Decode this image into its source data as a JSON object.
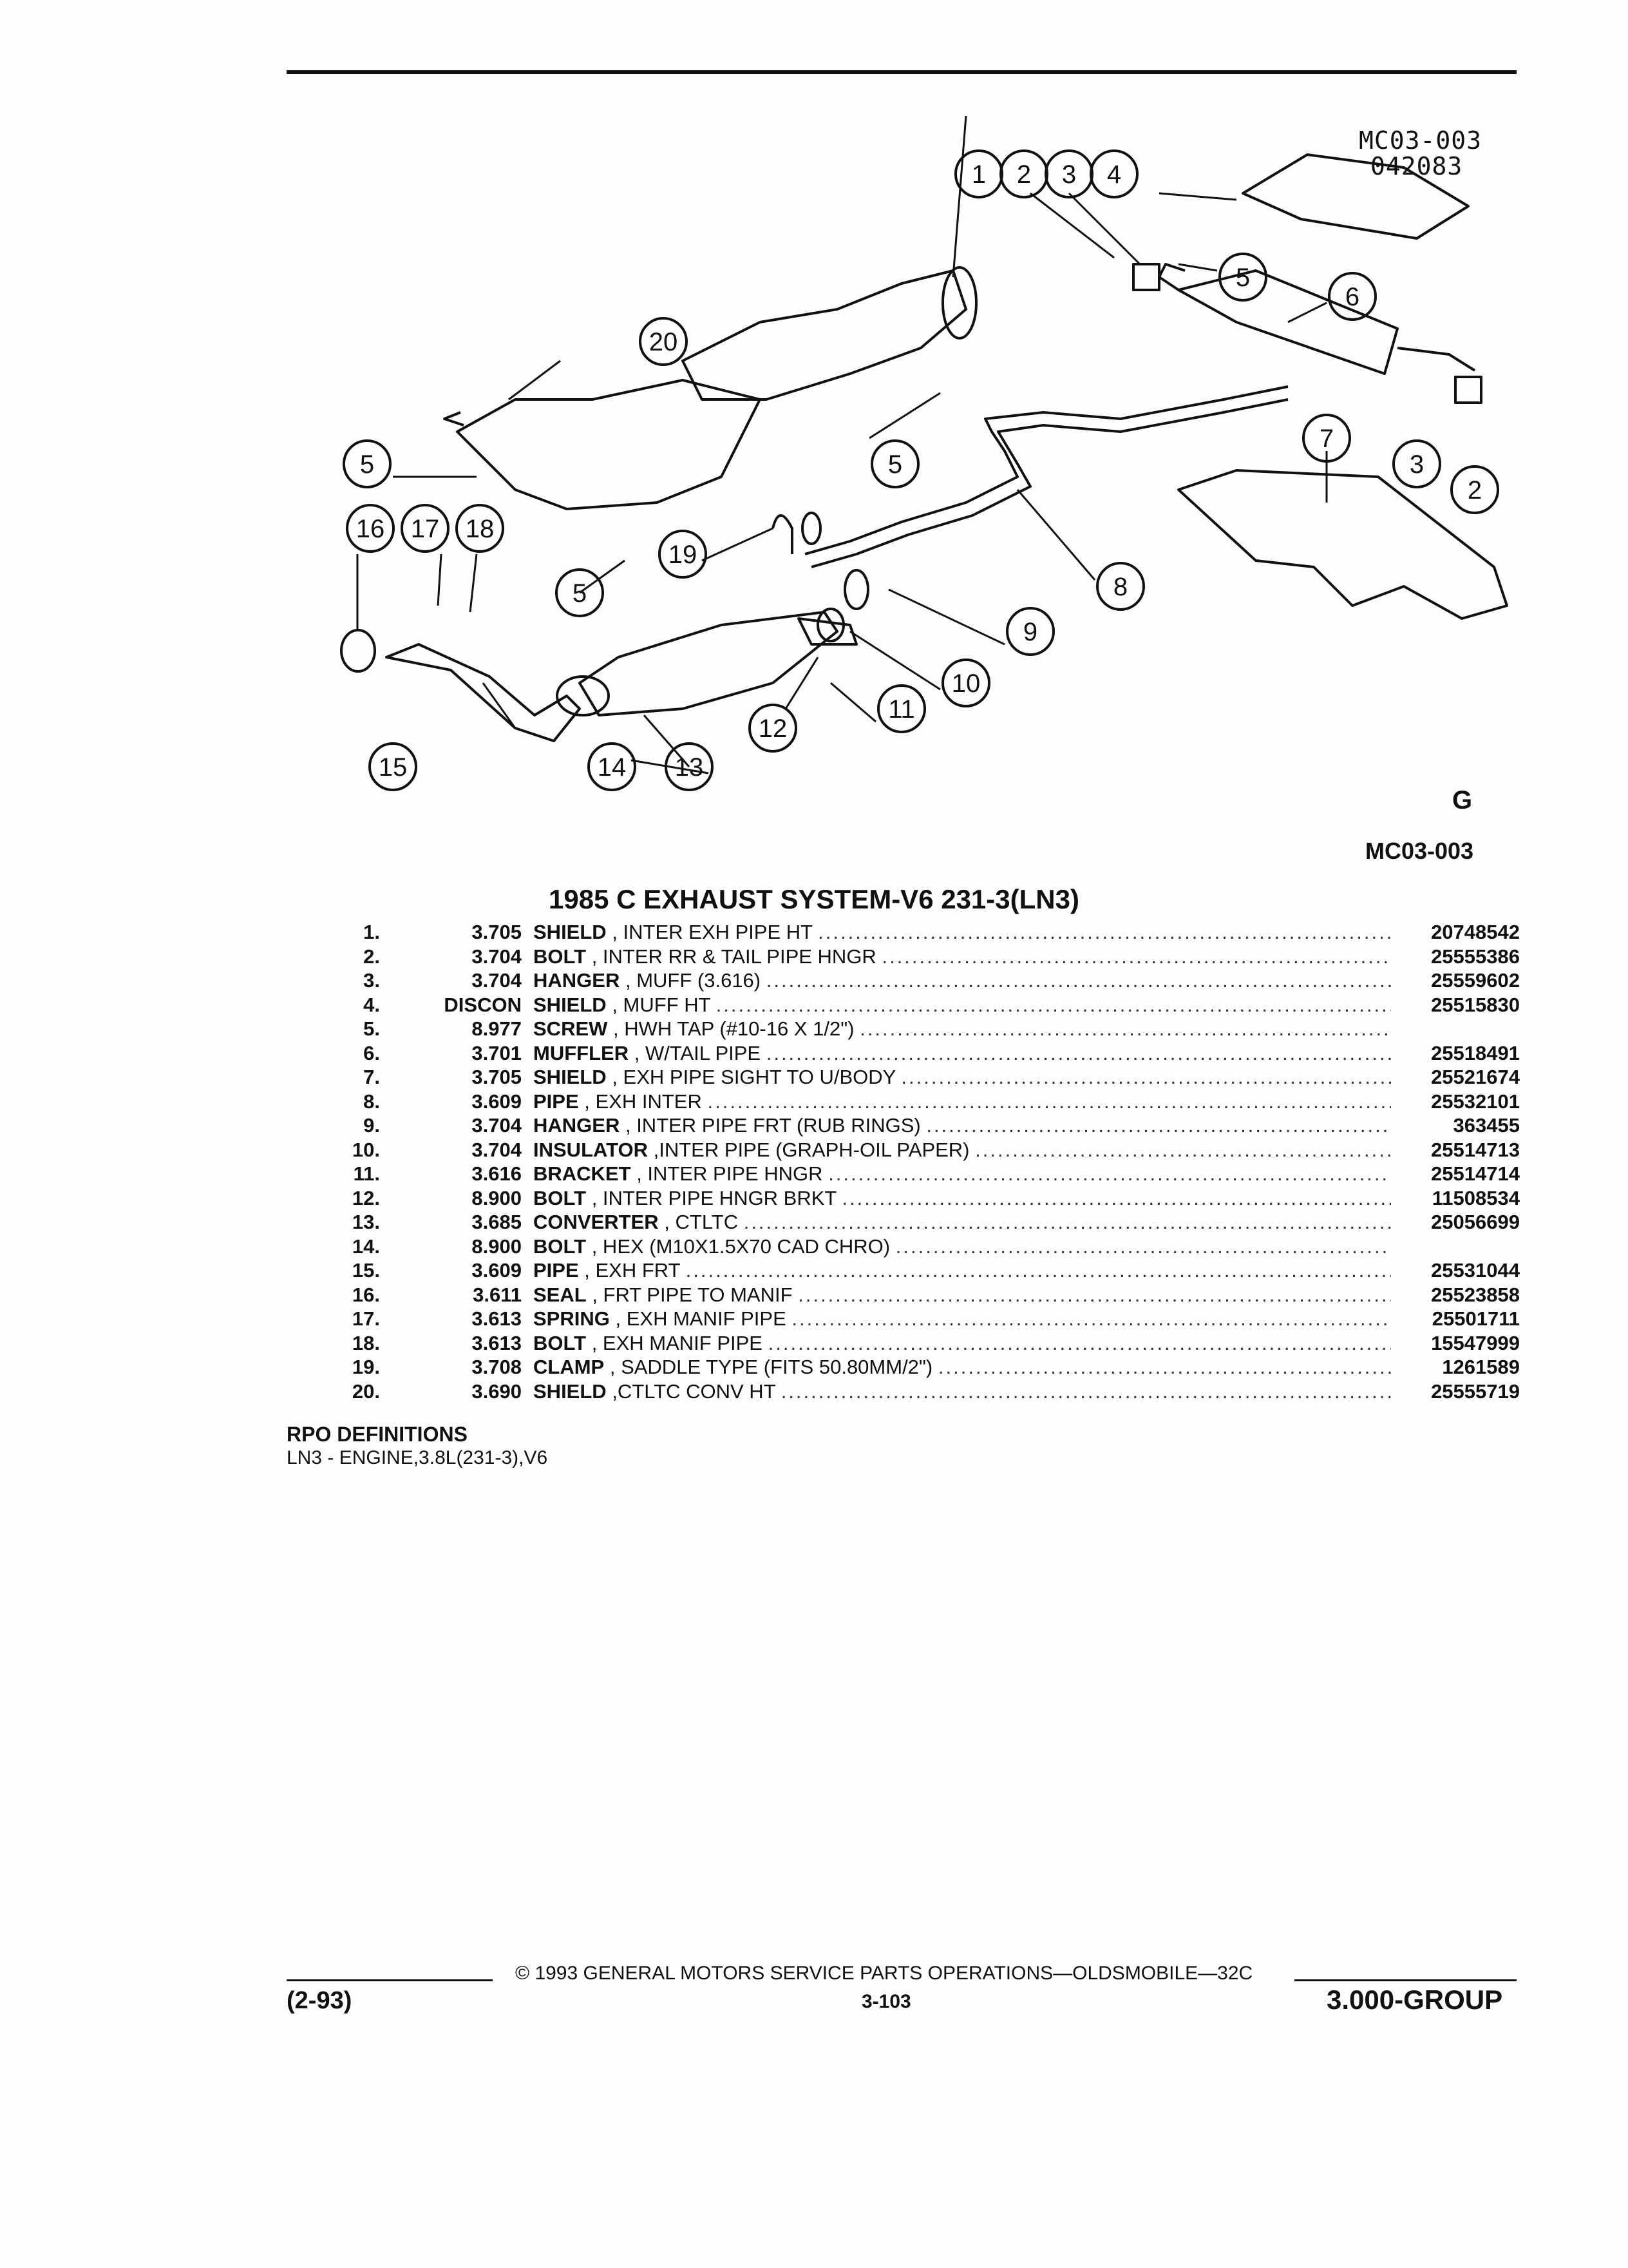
{
  "header": {
    "code_top": "MC03-003",
    "date_code": "042083"
  },
  "diagram": {
    "callouts": [
      "1",
      "2",
      "3",
      "4",
      "5",
      "6",
      "7",
      "8",
      "9",
      "10",
      "11",
      "12",
      "13",
      "14",
      "15",
      "16",
      "17",
      "18",
      "19",
      "20"
    ],
    "code_bottom": "MC03-003",
    "logo": "G"
  },
  "title": "1985 C EXHAUST SYSTEM-V6 231-3(LN3)",
  "parts": [
    {
      "num": "1.",
      "group": "3.705",
      "name": "SHIELD",
      "detail": ", INTER EXH PIPE HT",
      "part": "20748542"
    },
    {
      "num": "2.",
      "group": "3.704",
      "name": "BOLT",
      "detail": ", INTER RR & TAIL PIPE HNGR",
      "part": "25555386"
    },
    {
      "num": "3.",
      "group": "3.704",
      "name": "HANGER",
      "detail": ", MUFF (3.616)",
      "part": "25559602"
    },
    {
      "num": "4.",
      "group": "DISCON",
      "name": "SHIELD",
      "detail": ", MUFF HT",
      "part": "25515830"
    },
    {
      "num": "5.",
      "group": "8.977",
      "name": "SCREW",
      "detail": ", HWH TAP (#10-16 X 1/2\")",
      "part": ""
    },
    {
      "num": "6.",
      "group": "3.701",
      "name": "MUFFLER",
      "detail": ", W/TAIL PIPE",
      "part": "25518491"
    },
    {
      "num": "7.",
      "group": "3.705",
      "name": "SHIELD",
      "detail": ", EXH PIPE SIGHT TO U/BODY",
      "part": "25521674"
    },
    {
      "num": "8.",
      "group": "3.609",
      "name": "PIPE",
      "detail": ", EXH INTER",
      "part": "25532101"
    },
    {
      "num": "9.",
      "group": "3.704",
      "name": "HANGER",
      "detail": ", INTER PIPE FRT (RUB RINGS)",
      "part": "363455"
    },
    {
      "num": "10.",
      "group": "3.704",
      "name": "INSULATOR",
      "detail": ",INTER PIPE (GRAPH-OIL PAPER)",
      "part": "25514713"
    },
    {
      "num": "11.",
      "group": "3.616",
      "name": "BRACKET",
      "detail": ", INTER PIPE HNGR",
      "part": "25514714"
    },
    {
      "num": "12.",
      "group": "8.900",
      "name": "BOLT",
      "detail": ", INTER PIPE HNGR BRKT",
      "part": "11508534"
    },
    {
      "num": "13.",
      "group": "3.685",
      "name": "CONVERTER",
      "detail": ", CTLTC",
      "part": "25056699"
    },
    {
      "num": "14.",
      "group": "8.900",
      "name": "BOLT",
      "detail": ", HEX (M10X1.5X70 CAD CHRO)",
      "part": ""
    },
    {
      "num": "15.",
      "group": "3.609",
      "name": "PIPE",
      "detail": ", EXH FRT",
      "part": "25531044"
    },
    {
      "num": "16.",
      "group": "3.611",
      "name": "SEAL",
      "detail": ", FRT PIPE TO MANIF",
      "part": "25523858"
    },
    {
      "num": "17.",
      "group": "3.613",
      "name": "SPRING",
      "detail": ", EXH MANIF PIPE",
      "part": "25501711"
    },
    {
      "num": "18.",
      "group": "3.613",
      "name": "BOLT",
      "detail": ", EXH MANIF PIPE",
      "part": "15547999"
    },
    {
      "num": "19.",
      "group": "3.708",
      "name": "CLAMP",
      "detail": ", SADDLE TYPE (FITS 50.80MM/2\")",
      "part": "1261589"
    },
    {
      "num": "20.",
      "group": "3.690",
      "name": "SHIELD",
      "detail": ",CTLTC CONV HT",
      "part": "25555719"
    }
  ],
  "rpo": {
    "heading": "RPO DEFINITIONS",
    "line": "LN3 - ENGINE,3.8L(231-3),V6"
  },
  "footer": {
    "copyright": "© 1993 GENERAL MOTORS SERVICE PARTS OPERATIONS—OLDSMOBILE—32C",
    "date": "(2-93)",
    "page": "3-103",
    "group": "3.000-GROUP"
  }
}
